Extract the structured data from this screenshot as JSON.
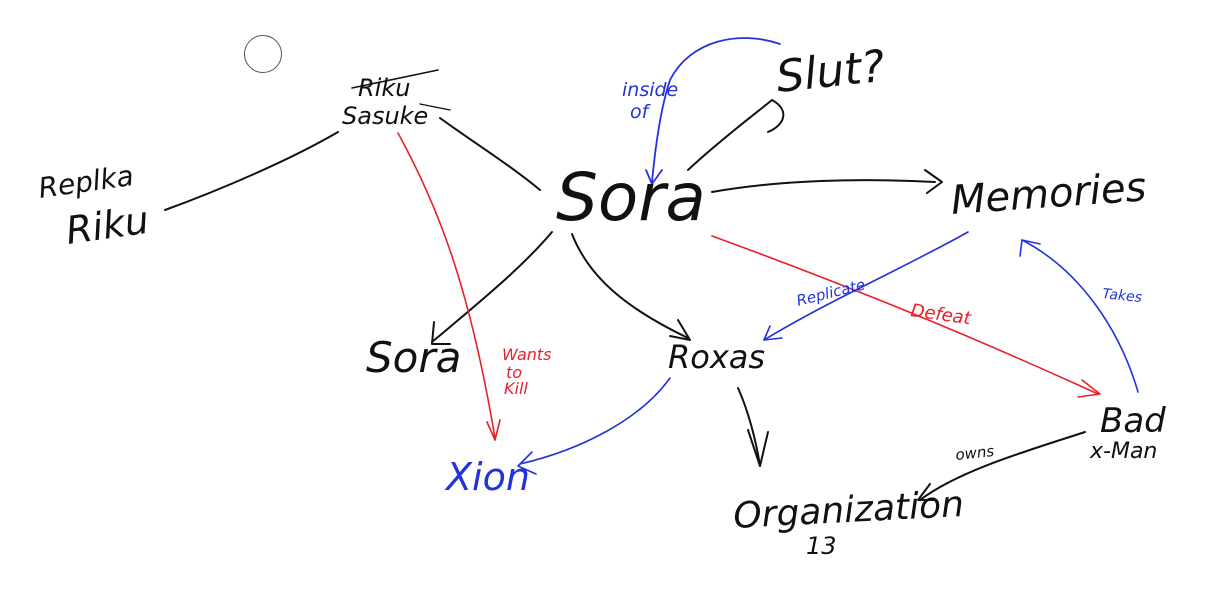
{
  "colors": {
    "ink": "#111111",
    "red": "#e8202a",
    "blue": "#2233dd",
    "background": "#ffffff"
  },
  "nodes": {
    "riku_struck": "Riku",
    "sasuke": "Sasuke",
    "replica_line1": "Replka",
    "replica_line2": "Riku",
    "sora_main": "Sora",
    "slut": "Slut?",
    "memories": "Memories",
    "sora_small": "Sora",
    "roxas": "Roxas",
    "xion": "Xion",
    "organization_line1": "Organization",
    "organization_line2": "13",
    "bad_line1": "Bad",
    "bad_line2": "x-Man"
  },
  "edge_labels": {
    "inside_line1": "inside",
    "inside_line2": "of",
    "wants_line1": "Wants",
    "wants_line2": "to",
    "wants_line3": "Kill",
    "replicate": "Replicate",
    "defeat": "Defeat",
    "takes": "Takes",
    "owns": "owns"
  }
}
